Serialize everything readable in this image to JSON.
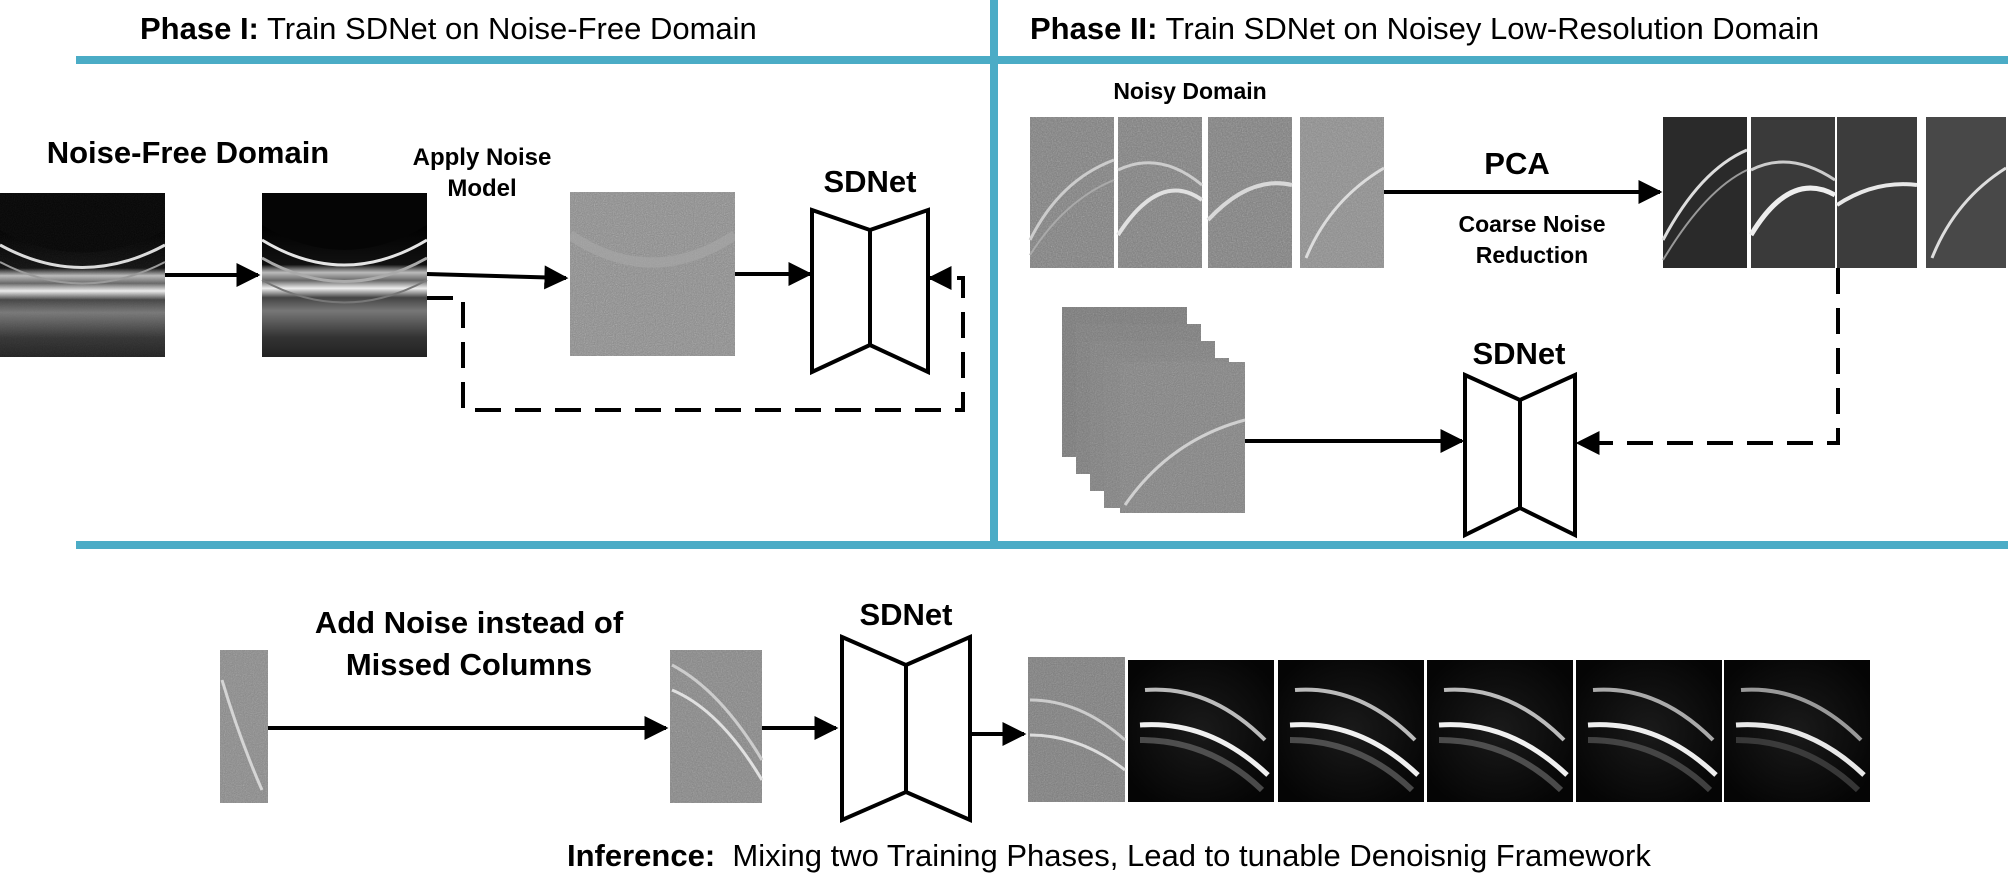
{
  "phase1": {
    "title_bold": "Phase I:",
    "title_rest": " Train SDNet on Noise-Free Domain",
    "domain_label": "Noise-Free Domain",
    "apply_noise_line1": "Apply Noise",
    "apply_noise_line2": "Model",
    "network_label": "SDNet"
  },
  "phase2": {
    "title_bold": "Phase II:",
    "title_rest": " Train SDNet on Noisey Low-Resolution Domain",
    "noisy_domain_label": "Noisy Domain",
    "pca_label": "PCA",
    "coarse_line1": "Coarse Noise",
    "coarse_line2": "Reduction",
    "network_label": "SDNet"
  },
  "inference": {
    "add_noise_line1": "Add Noise instead of",
    "add_noise_line2": "Missed Columns",
    "network_label": "SDNet",
    "caption_bold": "Inference:",
    "caption_rest": "  Mixing two Training Phases, Lead to tunable Denoisnig Framework"
  },
  "colors": {
    "divider": "#4bacc6",
    "ink": "#000000"
  }
}
